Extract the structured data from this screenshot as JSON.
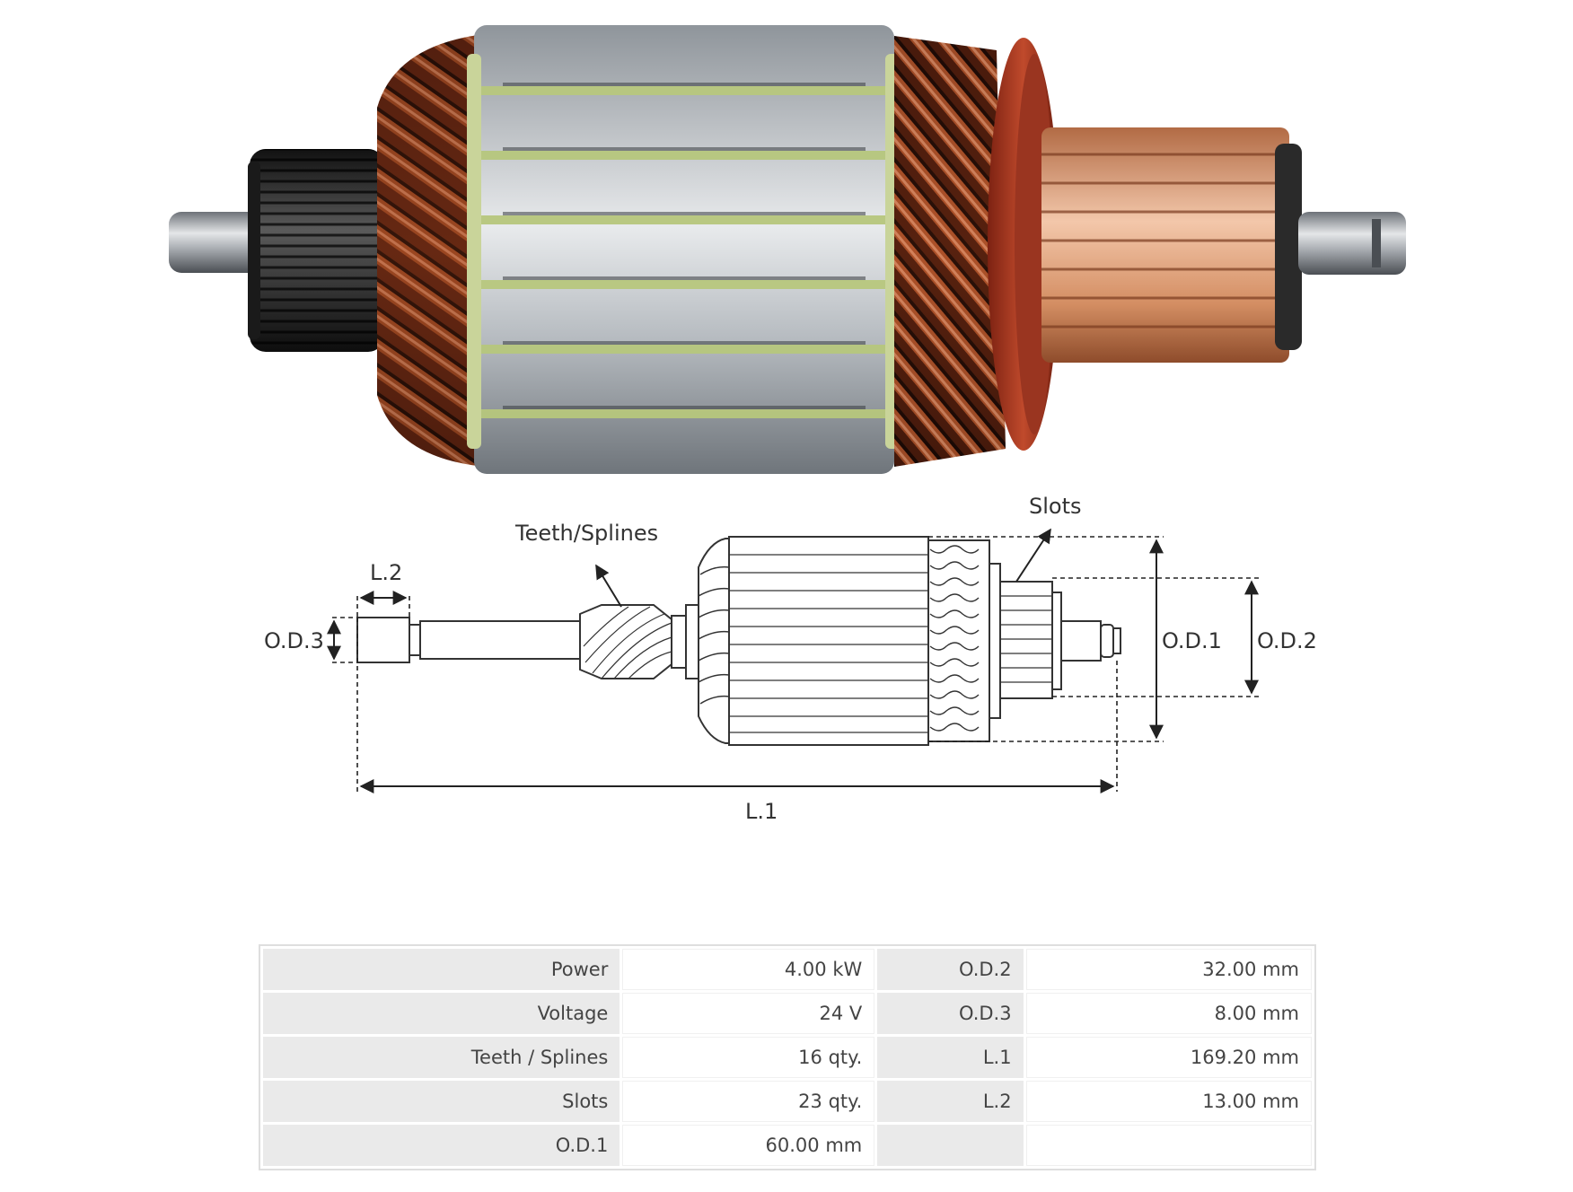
{
  "diagram": {
    "labels": {
      "teeth_splines": "Teeth/Splines",
      "slots": "Slots",
      "l2": "L.2",
      "od3": "O.D.3",
      "od1": "O.D.1",
      "od2": "O.D.2",
      "l1": "L.1"
    }
  },
  "specs": {
    "rows": [
      {
        "label1": "Power",
        "value1": "4.00 kW",
        "label2": "O.D.2",
        "value2": "32.00 mm"
      },
      {
        "label1": "Voltage",
        "value1": "24 V",
        "label2": "O.D.3",
        "value2": "8.00 mm"
      },
      {
        "label1": "Teeth / Splines",
        "value1": "16 qty.",
        "label2": "L.1",
        "value2": "169.20 mm"
      },
      {
        "label1": "Slots",
        "value1": "23 qty.",
        "label2": "L.2",
        "value2": "13.00 mm"
      },
      {
        "label1": "O.D.1",
        "value1": "60.00 mm",
        "label2": "",
        "value2": ""
      }
    ]
  },
  "colors": {
    "copper_winding": "#7a3317",
    "commutator": "#d9936a",
    "laminations": "#b9bec3",
    "insulation_green": "#b7c77d",
    "insulator_red": "#a83620",
    "shaft": "#9aa0a6",
    "pinion": "#2b2b2b"
  }
}
